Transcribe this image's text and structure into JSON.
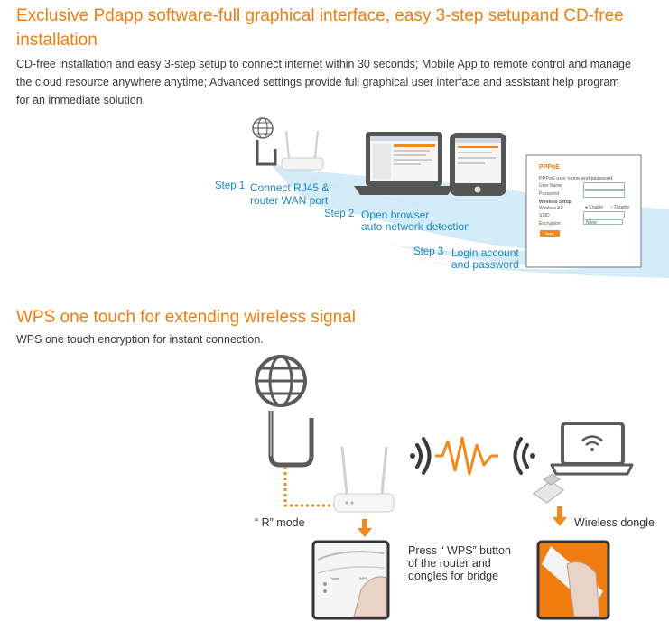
{
  "section1": {
    "title_line1": "Exclusive Pdapp software-full graphical interface, easy 3-step setupand CD-free",
    "title_line2": "installation",
    "para_line1": "CD-free installation and easy 3-step setup to connect internet within 30 seconds; Mobile App to remote control and manage",
    "para_line2": "the cloud resource anywhere anytime; Advanced settings provide full graphical user interface and assistant help program",
    "para_line3": "for an immediate solution."
  },
  "steps": {
    "step1_label": "Step 1",
    "step1_line1": "Connect RJ45 &",
    "step1_line2": "router WAN port",
    "step2_label": "Step 2",
    "step2_line1": "Open browser",
    "step2_line2": "auto network detection",
    "step3_label": "Step 3",
    "step3_line1": "Login account",
    "step3_line2": "and password"
  },
  "login_form": {
    "title": "PPPoE",
    "subtitle": "PPPoE user name and password",
    "user_name_label": "User Name",
    "password_label": "Password",
    "wireless_setup": "Wireless Setup",
    "wireless_ap_label": "Wireless AP",
    "enable": "Enable",
    "disable": "Disable",
    "ssid_label": "SSID",
    "encryption_label": "Encryption",
    "encryption_value": "None",
    "apply_label": "Apply"
  },
  "section2": {
    "title": "WPS one touch for extending wireless signal",
    "subtitle": "WPS one touch encryption for instant connection.",
    "r_mode": "“ R” mode",
    "wireless_dongle": "Wireless dongle",
    "press_line1": "Press “ WPS” button",
    "press_line2": "of the router and",
    "press_line3": "dongles for bridge",
    "router_panel_label1": "Power",
    "router_panel_label2": "WPS"
  },
  "colors": {
    "accent_orange": "#ef7d10",
    "step_blue": "#1a86c8",
    "swoosh_blue": "#d4ecf8",
    "icon_gray": "#5a5a5a"
  }
}
